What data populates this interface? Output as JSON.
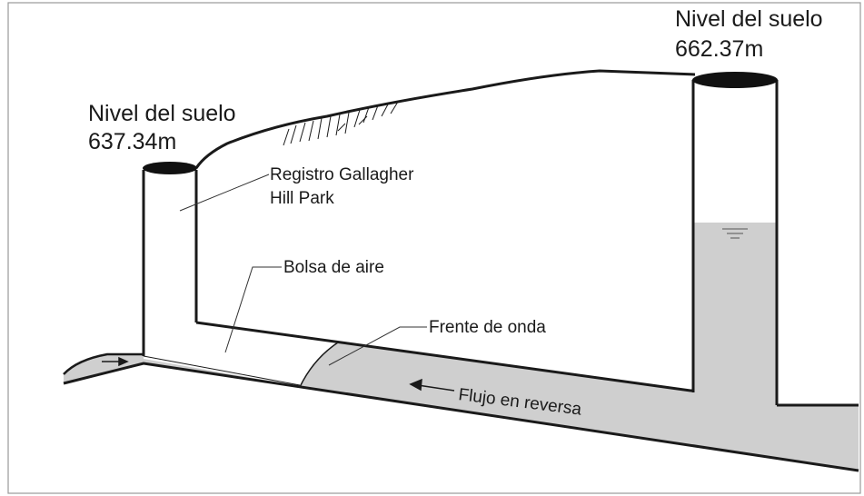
{
  "left_shaft": {
    "title": "Nivel del suelo",
    "elevation": "637.34m"
  },
  "right_shaft": {
    "title": "Nivel del suelo",
    "elevation": "662.37m"
  },
  "callouts": {
    "registro_line1": "Registro Gallagher",
    "registro_line2": "Hill Park",
    "bolsa": "Bolsa de aire",
    "frente": "Frente de onda",
    "flujo": "Flujo en reversa"
  },
  "colors": {
    "water": "#cfcfcf",
    "line": "#1a1a1a",
    "frame": "#9a9a9a"
  }
}
